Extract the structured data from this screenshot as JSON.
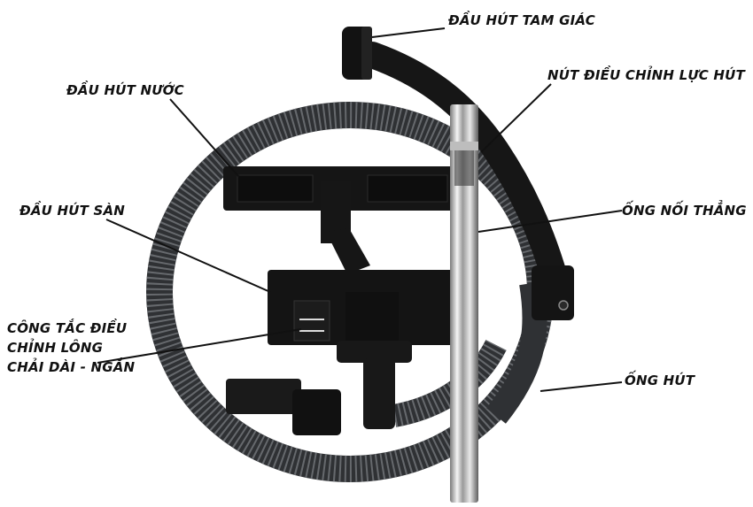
{
  "image": {
    "subject": "vacuum cleaner accessory kit",
    "background": "#ffffff",
    "colors": {
      "hose": "#3a3c3f",
      "hose_rib": "#5a5d61",
      "plastic": "#161616",
      "chrome_light": "#f2f2f2",
      "chrome_dark": "#6d6d6d",
      "label_text": "#111111",
      "leader_line": "#111111"
    }
  },
  "labels": {
    "triangle_nozzle": "ĐẦU HÚT TAM GIÁC",
    "suction_control": "NÚT ĐIỀU CHỈNH LỰC HÚT",
    "water_nozzle": "ĐẦU HÚT NƯỚC",
    "floor_nozzle": "ĐẦU HÚT SÀN",
    "brush_switch_line1": "CÔNG TẮC ĐIỀU",
    "brush_switch_line2": "CHỈNH LÔNG",
    "brush_switch_line3": "CHẢI DÀI - NGẮN",
    "straight_tube": "ỐNG NỐI THẲNG",
    "hose": "ỐNG HÚT"
  }
}
